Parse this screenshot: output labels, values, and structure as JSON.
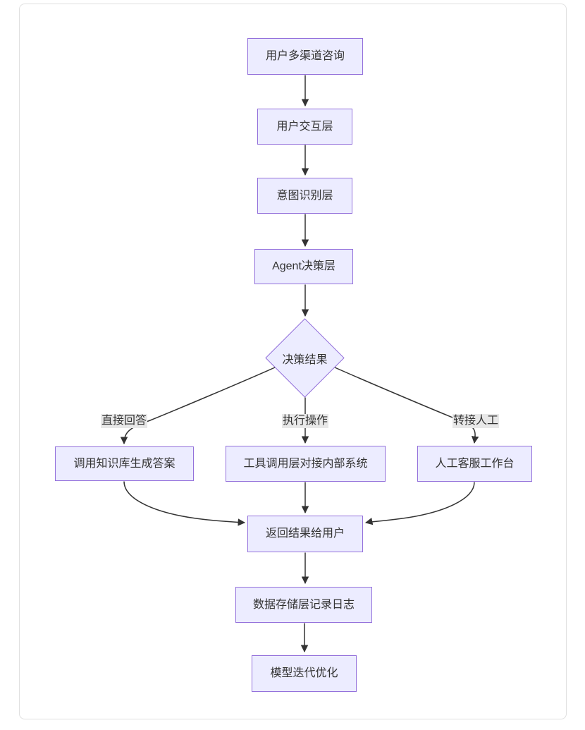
{
  "diagram": {
    "type": "flowchart",
    "direction": "top-down",
    "nodes": {
      "consult": "用户多渠道咨询",
      "interaction": "用户交互层",
      "intent": "意图识别层",
      "agent": "Agent决策层",
      "decision": "决策结果",
      "kb": "调用知识库生成答案",
      "tool": "工具调用层对接内部系统",
      "human": "人工客服工作台",
      "return": "返回结果给用户",
      "log": "数据存储层记录日志",
      "optimize": "模型迭代优化"
    },
    "edge_labels": {
      "direct": "直接回答",
      "execute": "执行操作",
      "transfer": "转接人工"
    },
    "edges": [
      {
        "from": "consult",
        "to": "interaction"
      },
      {
        "from": "interaction",
        "to": "intent"
      },
      {
        "from": "intent",
        "to": "agent"
      },
      {
        "from": "agent",
        "to": "decision"
      },
      {
        "from": "decision",
        "to": "kb",
        "label": "直接回答"
      },
      {
        "from": "decision",
        "to": "tool",
        "label": "执行操作"
      },
      {
        "from": "decision",
        "to": "human",
        "label": "转接人工"
      },
      {
        "from": "kb",
        "to": "return"
      },
      {
        "from": "tool",
        "to": "return"
      },
      {
        "from": "human",
        "to": "return"
      },
      {
        "from": "return",
        "to": "log"
      },
      {
        "from": "log",
        "to": "optimize"
      }
    ],
    "colors": {
      "node_fill": "#ECECFF",
      "node_border": "#9370DB",
      "edge_line": "#333333",
      "edge_label_bg": "#e8e8e8",
      "text": "#333333",
      "card_border": "#e0e0e0",
      "background": "#ffffff"
    }
  }
}
